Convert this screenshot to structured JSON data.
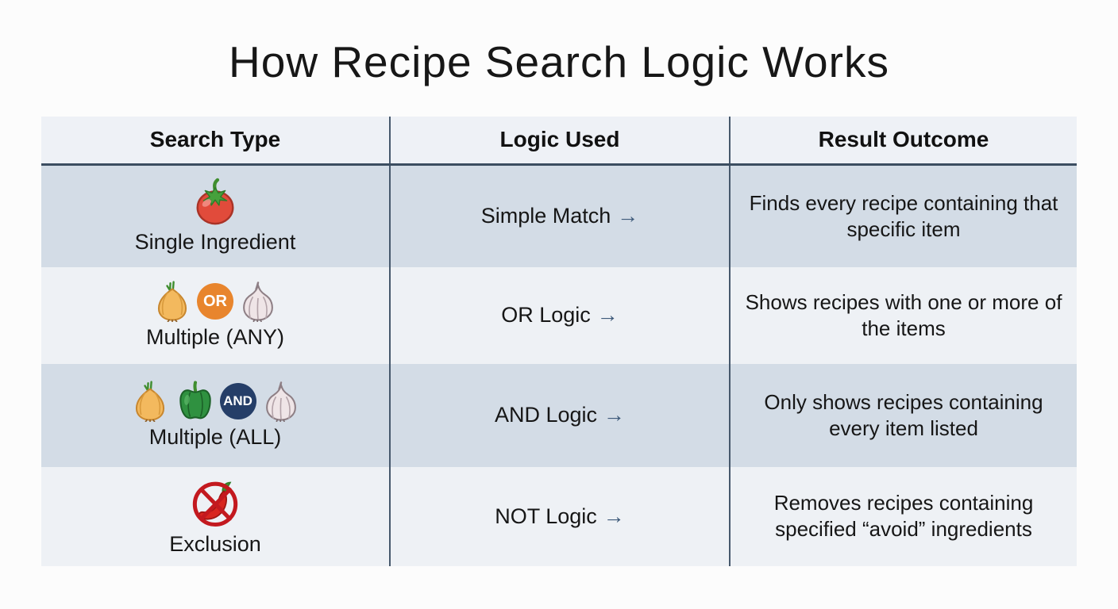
{
  "title": "How Recipe Search Logic Works",
  "table": {
    "headers": [
      {
        "label": "Search Type"
      },
      {
        "label": "Logic Used"
      },
      {
        "label": "Result Outcome"
      }
    ],
    "rows": [
      {
        "search_type": "Single Ingredient",
        "icons": [
          "tomato-icon"
        ],
        "logic": "Simple Match",
        "arrow": "→",
        "outcome": "Finds every recipe containing that specific item"
      },
      {
        "search_type": "Multiple (ANY)",
        "icons": [
          "onion-icon",
          "or-badge",
          "garlic-icon"
        ],
        "badge": "OR",
        "logic": "OR Logic",
        "arrow": "→",
        "outcome": "Shows recipes with one or more of the items"
      },
      {
        "search_type": "Multiple (ALL)",
        "icons": [
          "onion-icon",
          "bell-pepper-icon",
          "and-badge",
          "garlic-icon"
        ],
        "badge": "AND",
        "logic": "AND Logic",
        "arrow": "→",
        "outcome": "Only shows recipes containing every item listed"
      },
      {
        "search_type": "Exclusion",
        "icons": [
          "no-chili-icon"
        ],
        "logic": "NOT Logic",
        "arrow": "→",
        "outcome": "Removes recipes containing specified “avoid” ingredients"
      }
    ]
  },
  "colors": {
    "row_dark": "#d3dce6",
    "row_light": "#eef1f5",
    "header_bg": "#eef1f6",
    "divider": "#46586c",
    "header_rule": "#3b4d60",
    "arrow": "#3e5a7a",
    "or_badge": "#e8852d",
    "and_badge": "#253e68"
  }
}
